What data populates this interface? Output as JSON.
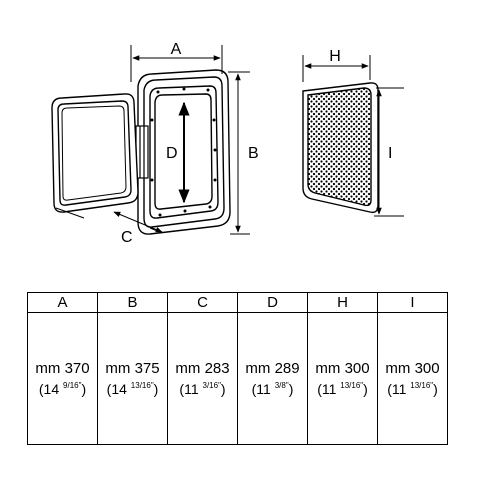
{
  "drawing": {
    "labels": {
      "A": "A",
      "B": "B",
      "C": "C",
      "D": "D",
      "H": "H",
      "I": "I"
    }
  },
  "table": {
    "headers": [
      "A",
      "B",
      "C",
      "D",
      "H",
      "I"
    ],
    "cells": [
      {
        "mm": "mm 370",
        "inch_whole": "(14",
        "inch_frac": "9/16\"",
        "inch_close": ")"
      },
      {
        "mm": "mm 375",
        "inch_whole": "(14",
        "inch_frac": "13/16\"",
        "inch_close": ")"
      },
      {
        "mm": "mm 283",
        "inch_whole": "(11",
        "inch_frac": "3/16\"",
        "inch_close": ")"
      },
      {
        "mm": "mm 289",
        "inch_whole": "(11",
        "inch_frac": "3/8\"",
        "inch_close": ")"
      },
      {
        "mm": "mm 300",
        "inch_whole": "(11",
        "inch_frac": "13/16\"",
        "inch_close": ")"
      },
      {
        "mm": "mm 300",
        "inch_whole": "(11",
        "inch_frac": "13/16\"",
        "inch_close": ")"
      }
    ]
  }
}
